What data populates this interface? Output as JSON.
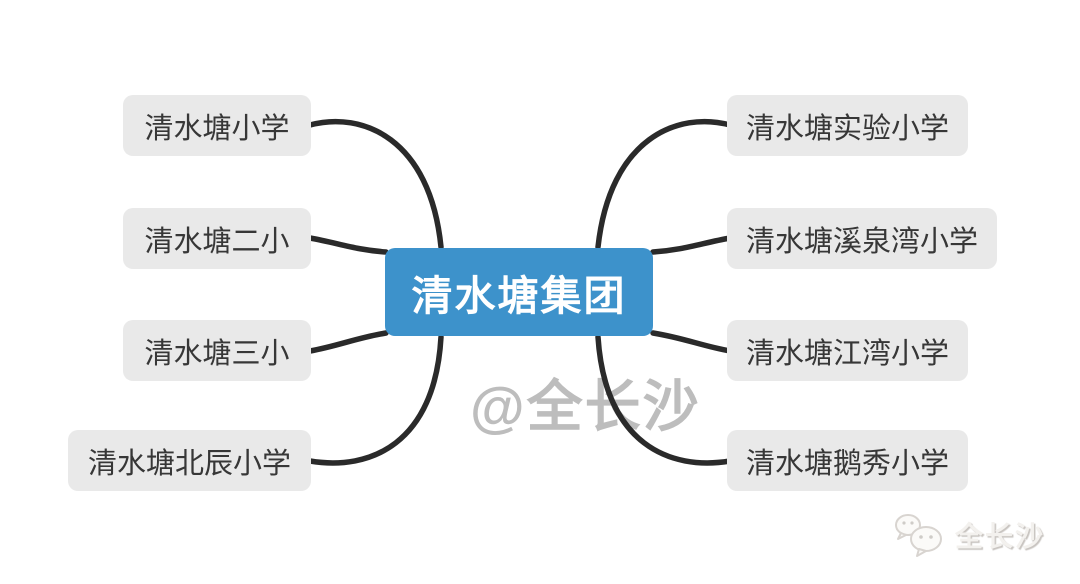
{
  "mindmap": {
    "root": {
      "label": "清水塘集团"
    },
    "left_branches": [
      {
        "label": "清水塘小学"
      },
      {
        "label": "清水塘二小"
      },
      {
        "label": "清水塘三小"
      },
      {
        "label": "清水塘北辰小学"
      }
    ],
    "right_branches": [
      {
        "label": "清水塘实验小学"
      },
      {
        "label": "清水塘溪泉湾小学"
      },
      {
        "label": "清水塘江湾小学"
      },
      {
        "label": "清水塘鹅秀小学"
      }
    ]
  },
  "watermarks": {
    "center": "@全长沙",
    "footer_label": "全长沙",
    "footer_icon": "wechat-bubbles-icon"
  },
  "colors": {
    "root_bg": "#3d92cb",
    "root_text": "#ffffff",
    "branch_bg": "#e9e9e9",
    "branch_text": "#373737",
    "edge": "#2a2a2a",
    "center_watermark": "#bdbdbd",
    "background": "#ffffff"
  }
}
